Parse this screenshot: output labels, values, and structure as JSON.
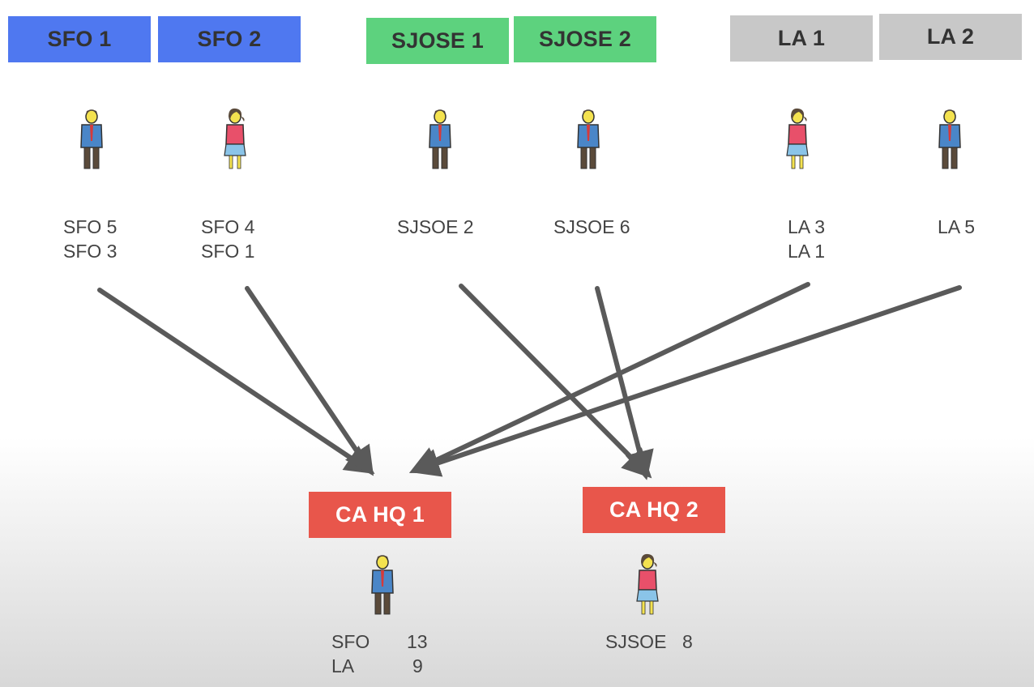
{
  "offices": {
    "sfo1": "SFO 1",
    "sfo2": "SFO 2",
    "sjose1": "SJOSE 1",
    "sjose2": "SJOSE 2",
    "la1": "LA 1",
    "la2": "LA 2"
  },
  "office_lists": {
    "sfo1": [
      "SFO 5",
      "SFO 3"
    ],
    "sfo2": [
      "SFO 4",
      "SFO 1"
    ],
    "sjose1": [
      "SJSOE 2"
    ],
    "sjose2": [
      "SJSOE 6"
    ],
    "la1": [
      "LA 3",
      "LA 1"
    ],
    "la2": [
      "LA 5"
    ]
  },
  "headquarters": {
    "hq1": {
      "label": "CA HQ 1",
      "counts": [
        {
          "name": "SFO",
          "value": "13"
        },
        {
          "name": "LA",
          "value": "9"
        }
      ]
    },
    "hq2": {
      "label": "CA HQ 2",
      "counts": [
        {
          "name": "SJSOE",
          "value": "8"
        }
      ]
    }
  },
  "colors": {
    "sfo": "#4f78f0",
    "sjose": "#5dd27e",
    "la": "#c8c8c8",
    "hq": "#e8564b",
    "arrow": "#5a5a5a"
  },
  "icons": {
    "male": "male-person-icon",
    "female": "female-person-icon"
  }
}
